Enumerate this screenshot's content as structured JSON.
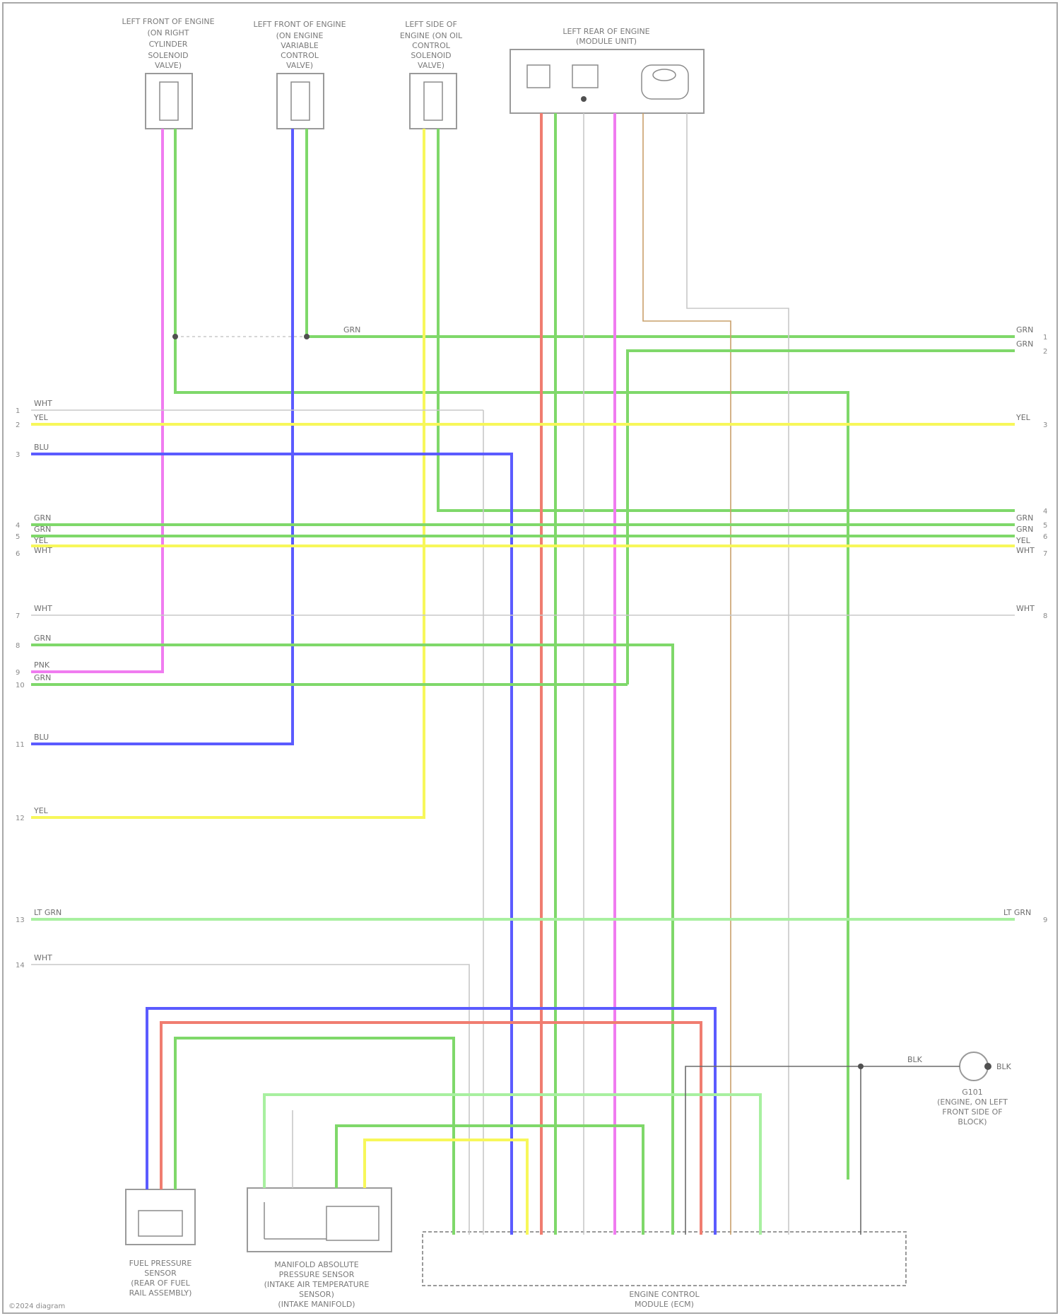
{
  "diagram": {
    "components": {
      "valve_a": {
        "caption": [
          "LEFT FRONT OF ENGINE",
          "(ON RIGHT",
          "CYLINDER",
          "SOLENOID",
          "VALVE)"
        ]
      },
      "valve_b": {
        "caption": [
          "LEFT FRONT OF ENGINE",
          "(ON ENGINE",
          "VARIABLE",
          "CONTROL",
          "VALVE)"
        ]
      },
      "valve_c": {
        "caption": [
          "LEFT SIDE OF",
          "ENGINE (ON OIL",
          "CONTROL",
          "SOLENOID",
          "VALVE)"
        ]
      },
      "module_top": {
        "caption": [
          "LEFT REAR OF ENGINE",
          "(MODULE UNIT)"
        ]
      },
      "fuel_sensor": {
        "caption": [
          "FUEL PRESSURE",
          "SENSOR",
          "(REAR OF FUEL",
          "RAIL ASSEMBLY)"
        ]
      },
      "dual_sensor": {
        "caption": [
          "MANIFOLD ABSOLUTE",
          "PRESSURE SENSOR",
          "(INTAKE AIR TEMPERATURE",
          "SENSOR)",
          "(INTAKE MANIFOLD)"
        ]
      },
      "ecm": {
        "caption": [
          "ENGINE CONTROL",
          "MODULE (ECM)"
        ]
      },
      "ground": {
        "caption": [
          "G101",
          "(ENGINE, ON LEFT",
          "FRONT SIDE OF",
          "BLOCK)"
        ]
      }
    },
    "left_pins": [
      "1",
      "2",
      "3",
      "4",
      "5",
      "6",
      "7",
      "8",
      "9",
      "10",
      "11",
      "12",
      "13",
      "14"
    ],
    "right_pins": [
      "1",
      "2",
      "3",
      "4",
      "5",
      "6",
      "7",
      "8",
      "9"
    ],
    "wire_labels": {
      "top_green": "GRN",
      "right_g1": "GRN",
      "right_g2": "GRN",
      "l_wht": "WHT",
      "l_yel": "YEL",
      "r_yel": "YEL",
      "l_blu": "BLU",
      "l_g4": "GRN",
      "l_g5": "GRN",
      "l_yel2": "YEL",
      "l_wht2": "WHT",
      "r_g4": "GRN",
      "r_g5": "GRN",
      "r_yel2": "YEL",
      "r_wht2": "WHT",
      "l_wht3": "WHT",
      "r_wht3": "WHT",
      "l_grn8": "GRN",
      "l_pnk": "PNK",
      "l_grn10": "GRN",
      "l_blu2": "BLU",
      "l_yel3": "YEL",
      "l_ltgrn": "LT GRN",
      "r_ltgrn": "LT GRN",
      "l_wht4": "WHT",
      "ground_wire": "BLK",
      "ground_end": "BLK"
    },
    "footer": "©2024 diagram",
    "colors": {
      "green": "#7fd86a",
      "pink": "#f07cf0",
      "blue": "#5b5bff",
      "yellow": "#f7f75a",
      "red": "#f07d70",
      "tan": "#c9a06a",
      "gray": "#c8c8c8",
      "ltgreen": "#a8f0a0",
      "dark": "#6a6a6a"
    }
  }
}
